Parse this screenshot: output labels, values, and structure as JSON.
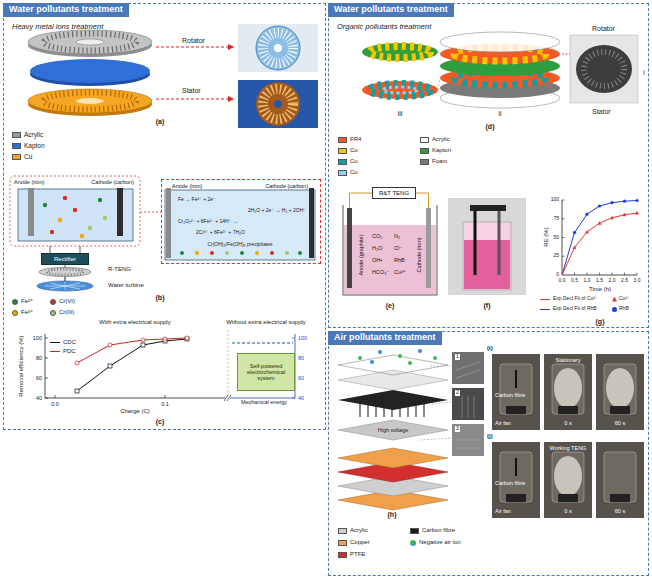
{
  "diagram": {
    "nodes": [
      {
        "text": [
          "Water pollutants treatment",
          "Heavy metal ions treatment"
        ]
      },
      {
        "text": [
          "Rectifier"
        ],
        "in": 0
      },
      {
        "text": [
          "Anode (iron)",
          "Cathode (carbon)"
        ],
        "in": 0
      },
      {
        "text": [
          "Self-powered electrochemical system"
        ],
        "in": 0
      },
      {
        "text": [
          "Water pollutants treatment",
          "Organic pollutants treatment"
        ]
      },
      {
        "text": [
          "R&T TENG"
        ],
        "in": 4
      },
      {
        "text": [
          "Air pollutants treatment"
        ]
      }
    ],
    "labels": [
      "Rotator",
      "Stator",
      "(a)",
      "Anode (iron)",
      "Cathode (carbon)",
      "R-TENG",
      "Water turbine",
      "Fe → Fe²⁺ + 2e⁻",
      "2H₂O + 2e⁻ → H₂ + 2OH⁻",
      "Cr₂O₇²⁻ + 6Fe²⁺ + 14H⁺ →",
      "2Cr³⁺ + 6Fe³⁺ + 7H₂O",
      "Cr(OH)₃/Fe(OH)₃ precipitates",
      "(b)",
      "With extra electrical supply",
      "Without extra electrical supply",
      "Removal efficiency (%)",
      "40",
      "60",
      "80",
      "100",
      "40",
      "60",
      "80",
      "100",
      "0.0",
      "0.1",
      "Charge (C)",
      "Mechanical energy",
      "(c)",
      "Rotator",
      "Stator",
      "i",
      "ii",
      "iii",
      "(d)",
      "Anode (graphite)",
      "Cathode (iron)",
      "CO₂",
      "N₂",
      "H₂O",
      "OH•",
      "HCO₃⁻",
      "Cl⁻",
      "RhB",
      "Cu²⁺",
      "(e)",
      "(f)",
      "RE (%)",
      "0",
      "25",
      "50",
      "75",
      "100",
      "0.0",
      "0.5",
      "1.0",
      "1.5",
      "2.0",
      "2.5",
      "3.0",
      "Time (h)",
      "(g)",
      "1",
      "2",
      "3",
      "High voltage",
      "(h)",
      "(i)",
      "Carbon fibre",
      "Air fan",
      "Stationary",
      "0 s",
      "60 s",
      "(j)",
      "Carbon fibre",
      "Air fan",
      "Working TENG",
      "0 s",
      "60 s"
    ],
    "legend": [
      {
        "text": "Acrylic",
        "color": "#9a9a9a"
      },
      {
        "text": "Kapton",
        "color": "#2f6fd6"
      },
      {
        "text": "Cu",
        "color": "#f5a623"
      },
      {
        "text": "Fe²⁺",
        "color": "#1f8a3a"
      },
      {
        "text": "Fe³⁺",
        "color": "#f2a900"
      },
      {
        "text": "Cr(VI)",
        "color": "#d7301f"
      },
      {
        "text": "Cr(III)",
        "color": "#9ccc65"
      },
      {
        "text": "CDC"
      },
      {
        "text": "PDC"
      },
      {
        "text": "FR4",
        "color": "#f15a24"
      },
      {
        "text": "Cu",
        "color": "#f7c600"
      },
      {
        "text": "Cu",
        "color": "#1b9aa0"
      },
      {
        "text": "Cu",
        "color": "#8fd3ec"
      },
      {
        "text": "Acrylic",
        "color": "#ffffff"
      },
      {
        "text": "Kapton",
        "color": "#2e9e3e"
      },
      {
        "text": "Foam",
        "color": "#7a7a7a"
      },
      {
        "text": "Exp Decl Fit of Cu²⁺"
      },
      {
        "text": "Cu²⁺"
      },
      {
        "text": "Exp Decl Fit of RhB"
      },
      {
        "text": "RhB"
      },
      {
        "text": "Acrylic",
        "color": "#cfcfcf"
      },
      {
        "text": "Copper",
        "color": "#f0a04b"
      },
      {
        "text": "PTFE",
        "color": "#d32f2f"
      },
      {
        "text": "Carbon fibre",
        "color": "#1a1a1a"
      },
      {
        "text": "Negative air ion"
      }
    ]
  }
}
